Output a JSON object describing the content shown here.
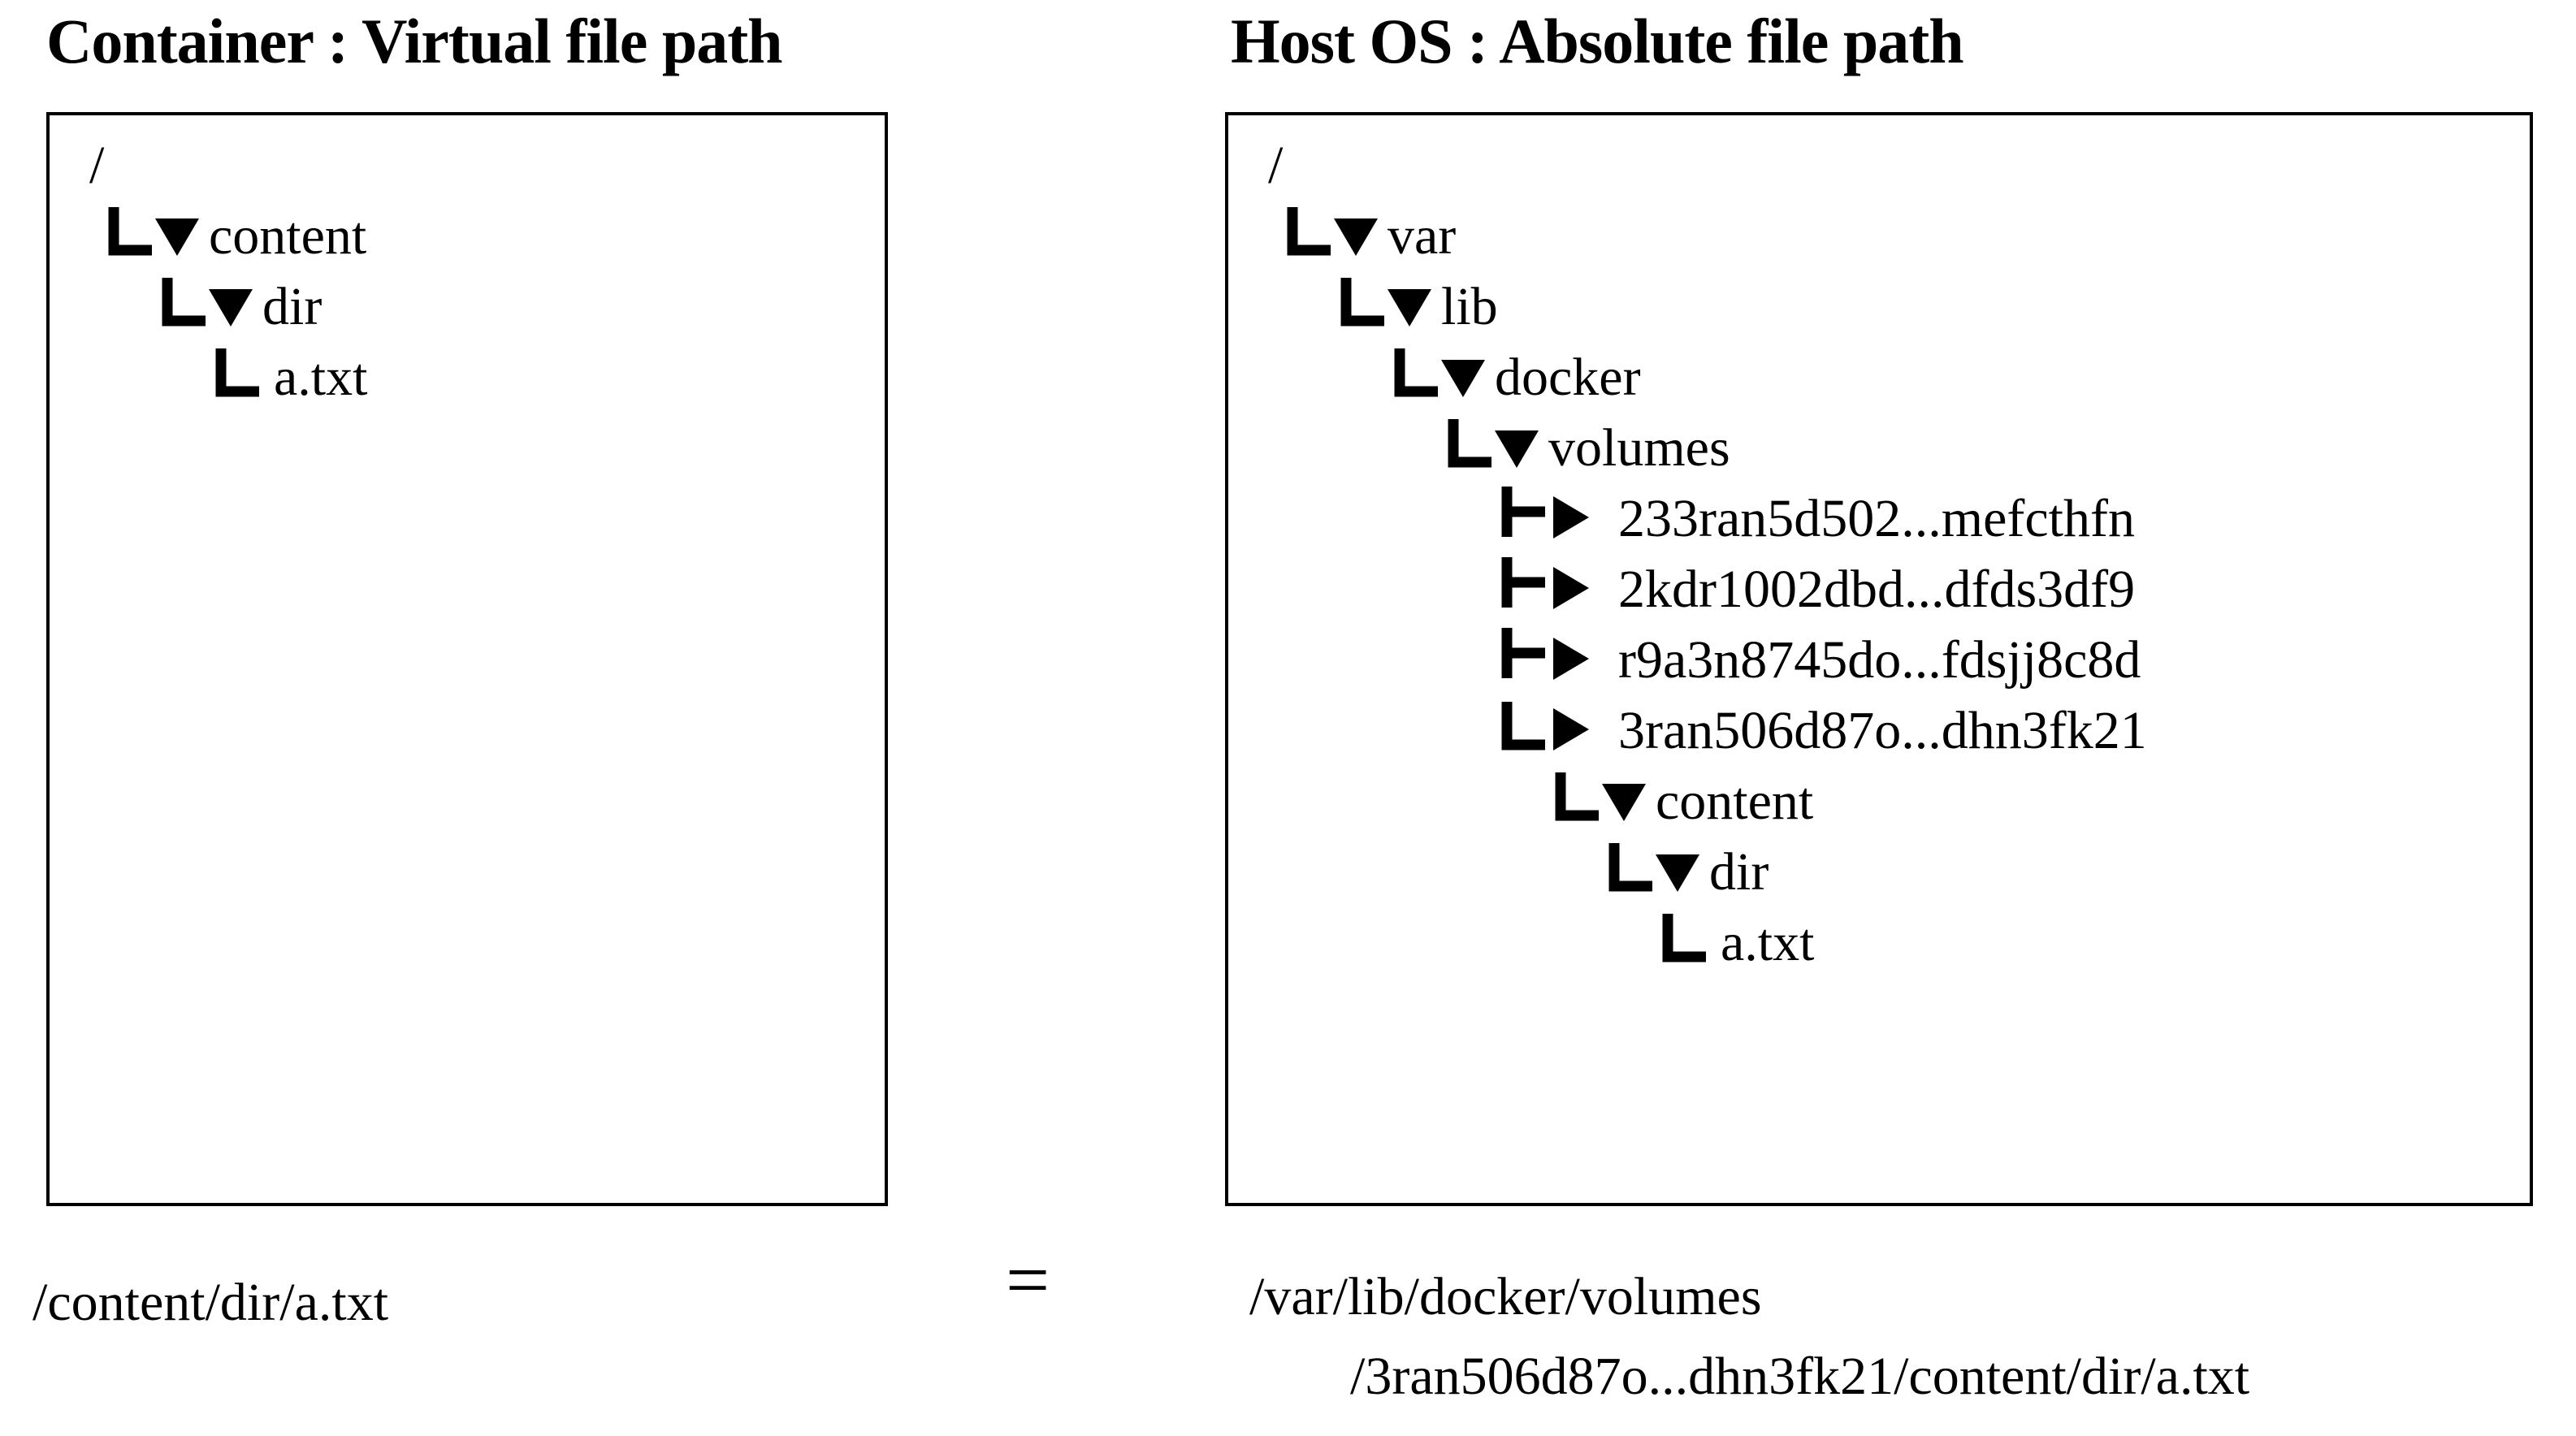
{
  "left_panel": {
    "title": "Container : Virtual file path",
    "tree": [
      {
        "label": "/",
        "level": 0,
        "connector": "none",
        "icon": "none"
      },
      {
        "label": "content",
        "level": 1,
        "connector": "corner",
        "icon": "expanded"
      },
      {
        "label": "dir",
        "level": 2,
        "connector": "corner",
        "icon": "expanded"
      },
      {
        "label": "a.txt",
        "level": 3,
        "connector": "corner",
        "icon": "none"
      }
    ]
  },
  "right_panel": {
    "title": "Host OS : Absolute file path",
    "tree": [
      {
        "label": "/",
        "level": 0,
        "connector": "none",
        "icon": "none"
      },
      {
        "label": "var",
        "level": 1,
        "connector": "corner",
        "icon": "expanded"
      },
      {
        "label": "lib",
        "level": 2,
        "connector": "corner",
        "icon": "expanded"
      },
      {
        "label": "docker",
        "level": 3,
        "connector": "corner",
        "icon": "expanded"
      },
      {
        "label": "volumes",
        "level": 4,
        "connector": "corner",
        "icon": "expanded"
      },
      {
        "label": "233ran5d502...mefcthfn",
        "level": 5,
        "connector": "tee",
        "icon": "collapsed"
      },
      {
        "label": "2kdr1002dbd...dfds3df9",
        "level": 5,
        "connector": "tee",
        "icon": "collapsed"
      },
      {
        "label": "r9a3n8745do...fdsjj8c8d",
        "level": 5,
        "connector": "tee",
        "icon": "collapsed"
      },
      {
        "label": "3ran506d87o...dhn3fk21",
        "level": 5,
        "connector": "corner",
        "icon": "collapsed"
      },
      {
        "label": "content",
        "level": 6,
        "connector": "corner",
        "icon": "expanded"
      },
      {
        "label": "dir",
        "level": 7,
        "connector": "corner",
        "icon": "expanded"
      },
      {
        "label": "a.txt",
        "level": 8,
        "connector": "corner",
        "icon": "none"
      }
    ]
  },
  "equation": {
    "left_path": "/content/dir/a.txt",
    "equals": "=",
    "right_path_line1": "/var/lib/docker/volumes",
    "right_path_line2": "/3ran506d87o...dhn3fk21/content/dir/a.txt"
  },
  "colors": {
    "foreground": "#000000",
    "background": "#ffffff"
  }
}
